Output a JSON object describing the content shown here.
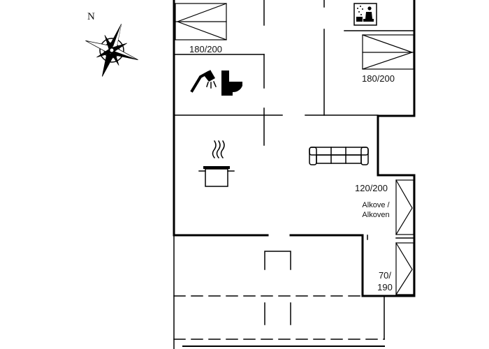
{
  "compass": {
    "north_label": "N"
  },
  "rooms": {
    "bedroom_top_left": {
      "bed_label": "180/200",
      "icon": "double-bed-icon"
    },
    "bedroom_top_right": {
      "bed_label": "180/200",
      "icon": "double-bed-icon",
      "extra_icon": "sauna-icon"
    },
    "bathroom": {
      "icons": [
        "shower-icon",
        "toilet-icon"
      ]
    },
    "kitchen": {
      "icon": "cooking-pot-icon"
    },
    "living_room": {
      "icon": "sofa-icon"
    },
    "alcove": {
      "bed_label": "120/200",
      "label_line1": "Alkove /",
      "label_line2": "Alkoven",
      "icon": "single-bed-icon"
    },
    "small_bed": {
      "label_line1": "70/",
      "label_line2": "190",
      "icon": "single-bed-icon"
    }
  },
  "colors": {
    "wall": "#000000",
    "background": "#ffffff"
  }
}
